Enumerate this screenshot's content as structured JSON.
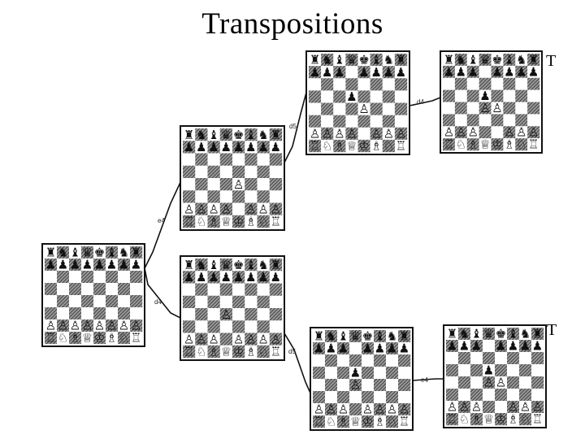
{
  "title": "Transpositions",
  "transposition_mark": "T",
  "moves": {
    "root_to_upper": "e4",
    "root_to_lower": "d4",
    "upper_to_upper_right": "d5",
    "upper_right_to_top_final": "d4",
    "lower_to_lower_right": "d5",
    "lower_right_to_bottom_final": "e4"
  },
  "boards": {
    "start": {
      "ranks": [
        "rnbqkbnr",
        "pppppppp",
        "8",
        "8",
        "8",
        "8",
        "PPPPPPPP",
        "RNBQKBNR"
      ]
    },
    "after_e4": {
      "ranks": [
        "rnbqkbnr",
        "pppppppp",
        "8",
        "8",
        "4P3",
        "8",
        "PPPP1PPP",
        "RNBQKBNR"
      ]
    },
    "after_d4": {
      "ranks": [
        "rnbqkbnr",
        "pppppppp",
        "8",
        "8",
        "3P4",
        "8",
        "PPP1PPPP",
        "RNBQKBNR"
      ]
    },
    "after_e4_d5": {
      "ranks": [
        "rnbqkbnr",
        "ppp1pppp",
        "8",
        "3p4",
        "4P3",
        "8",
        "PPPP1PPP",
        "RNBQKBNR"
      ]
    },
    "after_d4_d5": {
      "ranks": [
        "rnbqkbnr",
        "ppp1pppp",
        "8",
        "3p4",
        "3P4",
        "8",
        "PPP1PPPP",
        "RNBQKBNR"
      ]
    },
    "after_e4_d5_d4": {
      "ranks": [
        "rnbqkbnr",
        "ppp1pppp",
        "8",
        "3p4",
        "3PP3",
        "8",
        "PPP2PPP",
        "RNBQKBNR"
      ]
    },
    "after_d4_d5_e4": {
      "ranks": [
        "rnbqkbnr",
        "ppp1pppp",
        "8",
        "3p4",
        "3PP3",
        "8",
        "PPP2PPP",
        "RNBQKBNR"
      ]
    }
  }
}
